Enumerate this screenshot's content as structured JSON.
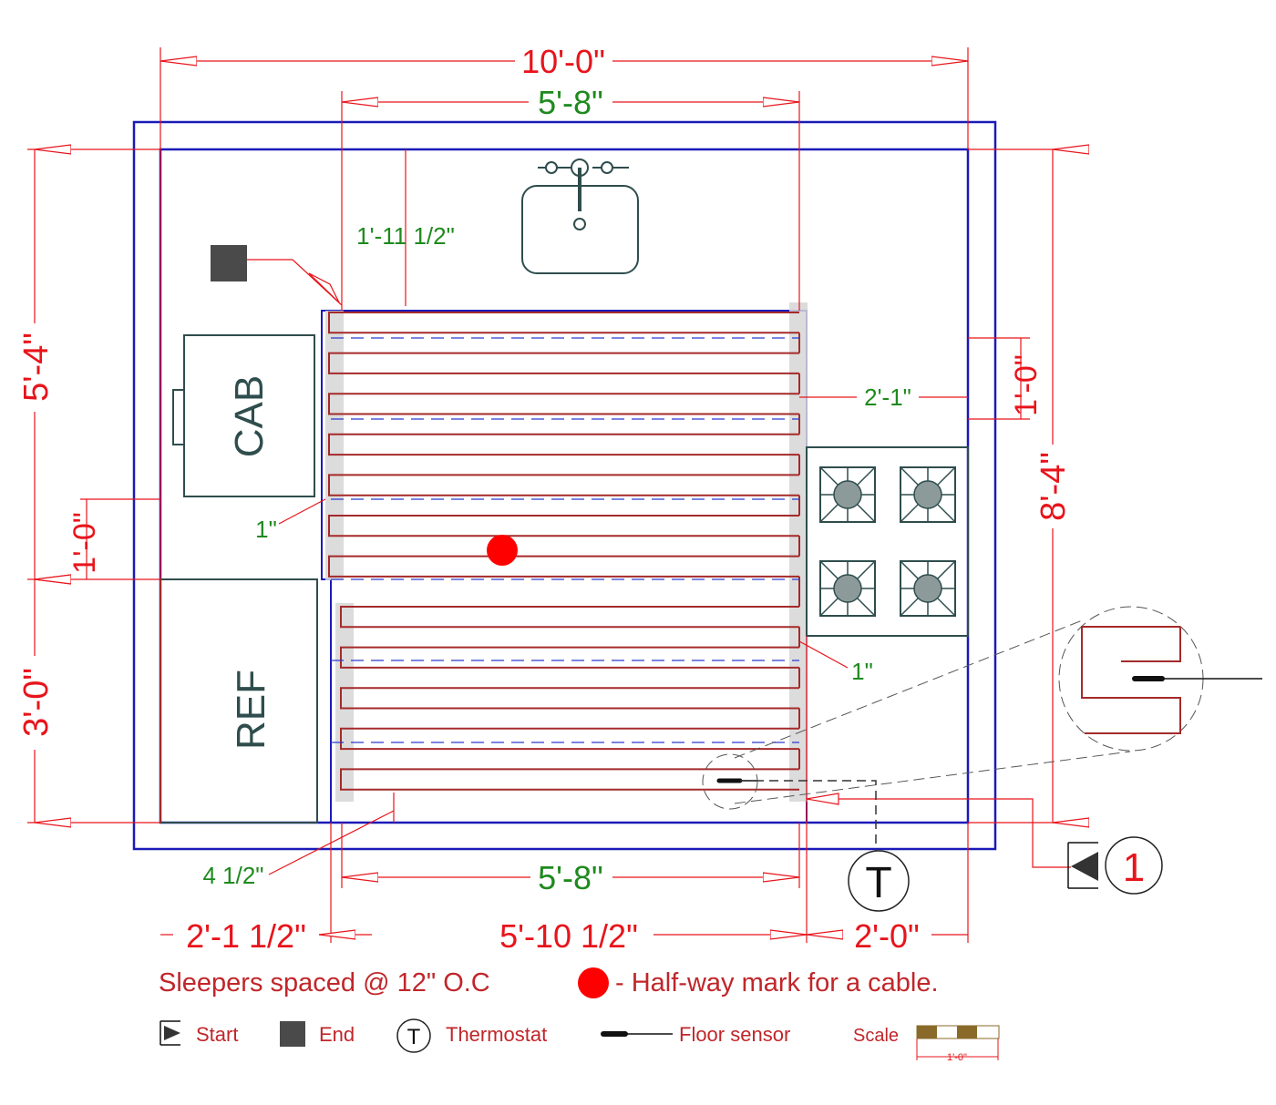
{
  "dimensions": {
    "overall_width": "10'-0\"",
    "heated_width_top": "5'-8\"",
    "heated_width_bottom": "5'-8\"",
    "left_upper": "5'-4\"",
    "left_lower": "3'-0\"",
    "left_small": "1'-0\"",
    "right_overall": "8'-4\"",
    "right_small": "1'-0\"",
    "bottom_left": "2'-1 1/2\"",
    "bottom_middle": "5'-10 1/2\"",
    "bottom_right": "2'-0\""
  },
  "callouts": {
    "top_offset": "1'-11 1/2\"",
    "stove_gap": "2'-1\"",
    "cab_gap": "1\"",
    "stove_bottom_gap": "1\"",
    "bottom_gap": "4 1/2\""
  },
  "appliances": {
    "cabinet": "CAB",
    "refrigerator": "REF"
  },
  "thermostat_symbol": "T",
  "section_marker": "1",
  "notes": {
    "sleepers": "Sleepers spaced @ 12\" O.C",
    "halfway": "- Half-way mark for a cable."
  },
  "legend": {
    "start": "Start",
    "end": "End",
    "thermostat_symbol": "T",
    "thermostat": "Thermostat",
    "floor_sensor": "Floor sensor",
    "scale": "Scale",
    "scale_unit": "1'-0\""
  },
  "colors": {
    "wall": "#1a1ab8",
    "dimension": "#e8141b",
    "callout": "#1e8a1e",
    "cable": "#a52a2a",
    "appliance": "#2f4d4d",
    "halfway_mark": "#ff0000"
  }
}
